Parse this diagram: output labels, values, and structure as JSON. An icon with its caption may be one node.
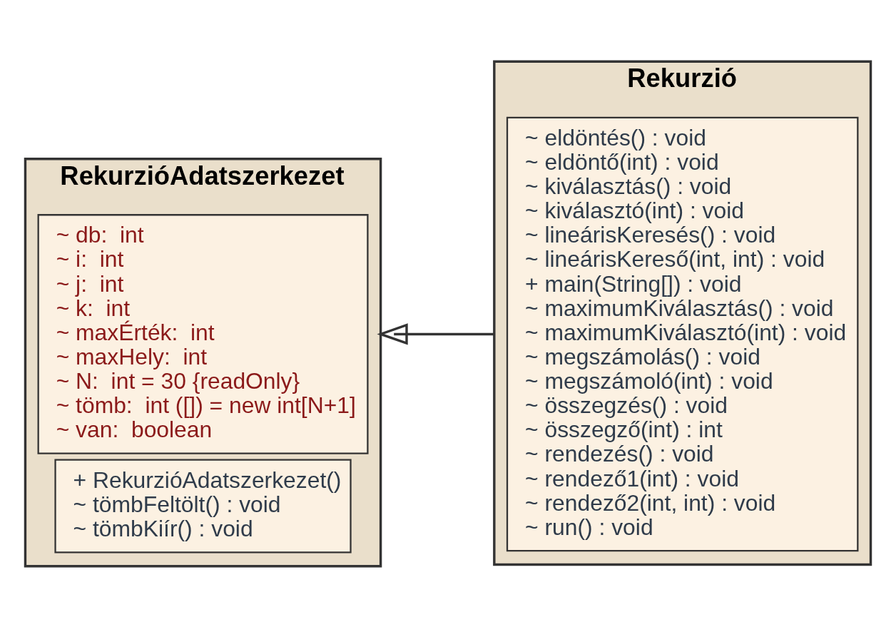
{
  "diagram": {
    "nodes": [
      {
        "text": [
          "RekurzióAdatszerkezet"
        ]
      },
      {
        "text": [
          "~ db:  int",
          "~ i:  int",
          "~ j:  int",
          "~ k:  int",
          "~ maxÉrték:  int",
          "~ maxHely:  int",
          "~ N:  int = 30 {readOnly}",
          "~ tömb:  int ([]) = new int[N+1]",
          "~ van:  boolean"
        ],
        "in": 0
      },
      {
        "text": [
          "+ RekurzióAdatszerkezet()",
          "~ tömbFeltölt() : void",
          "~ tömbKiír() : void"
        ],
        "in": 0
      },
      {
        "text": [
          "Rekurzió"
        ]
      },
      {
        "text": [
          "~ eldöntés() : void",
          "~ eldöntő(int) : void",
          "~ kiválasztás() : void",
          "~ kiválasztó(int) : void",
          "~ lineárisKeresés() : void",
          "~ lineárisKereső(int, int) : void",
          "+ main(String[]) : void",
          "~ maximumKiválasztás() : void",
          "~ maximumKiválasztó(int) : void",
          "~ megszámolás() : void",
          "~ megszámoló(int) : void",
          "~ összegzés() : void",
          "~ összegző(int) : int",
          "~ rendezés() : void",
          "~ rendező1(int) : void",
          "~ rendező2(int, int) : void",
          "~ run() : void"
        ],
        "in": 3
      }
    ],
    "edges": [
      {
        "from": 3,
        "to": 0,
        "arrow": "to"
      }
    ]
  }
}
